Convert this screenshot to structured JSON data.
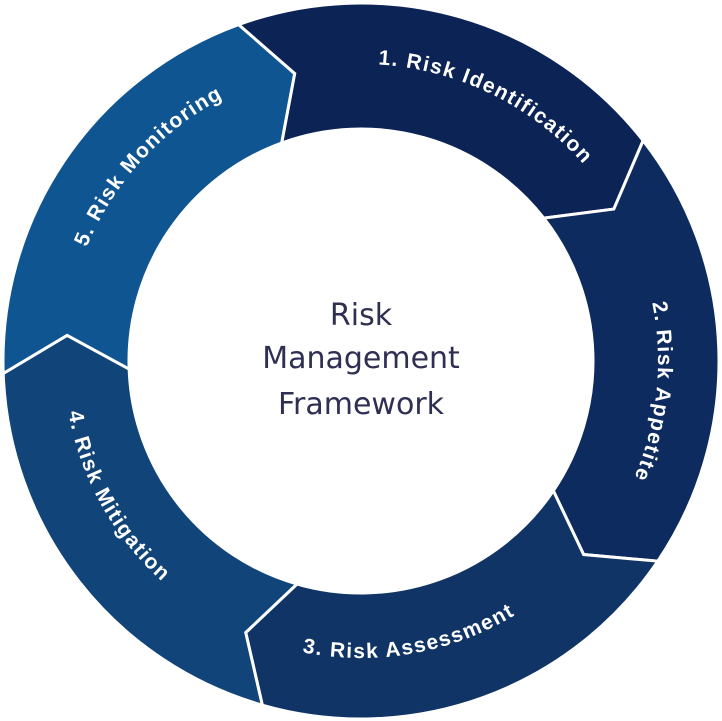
{
  "diagram": {
    "segments": [
      {
        "label": "1. Risk Identification",
        "color": "#0b2355"
      },
      {
        "label": "2. Risk Appetite",
        "color": "#0d2b5e"
      },
      {
        "label": "3. Risk Assessment",
        "color": "#0f3465"
      },
      {
        "label": "4. Risk Mitigation",
        "color": "#114478"
      },
      {
        "label": "5. Risk Monitoring",
        "color": "#0f5592"
      }
    ],
    "center_lines": [
      "Risk",
      "Management",
      "Framework"
    ],
    "colors": {
      "separator": "#ffffff",
      "center_text": "#2e2f52",
      "label_text": "#ffffff"
    }
  }
}
